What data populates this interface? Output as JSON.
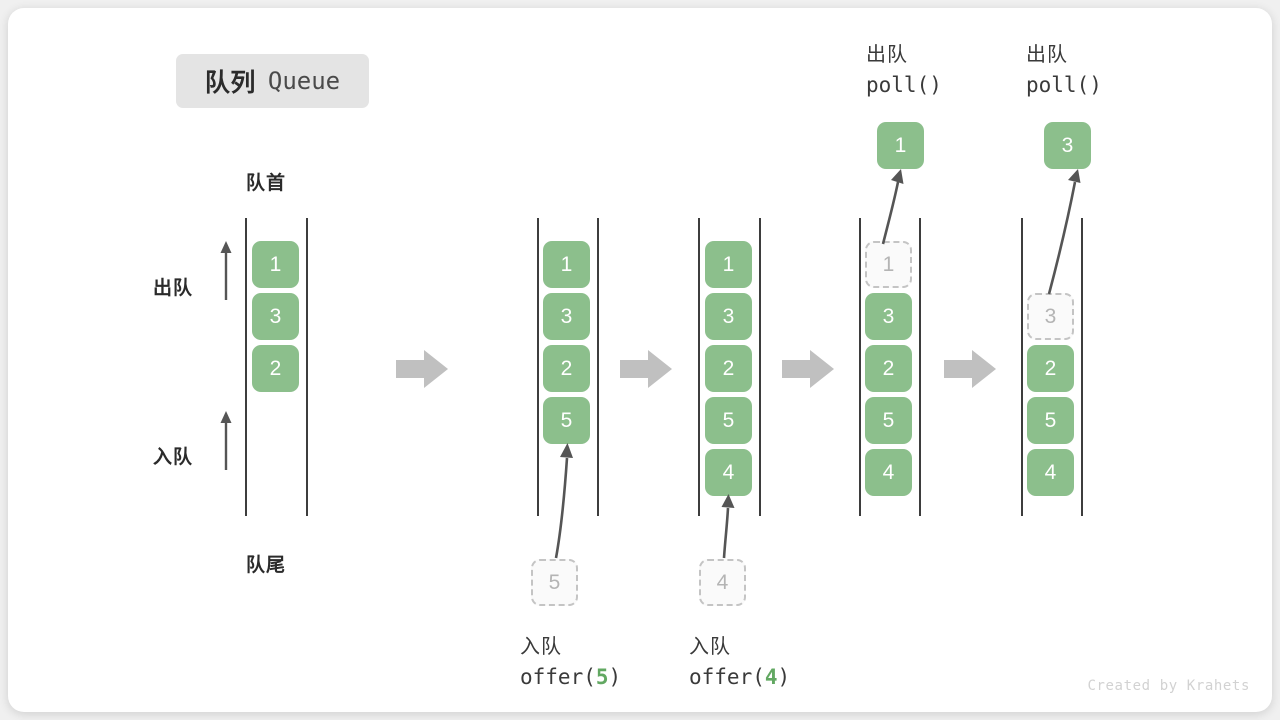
{
  "title": {
    "cn": "队列",
    "en": "Queue"
  },
  "labels": {
    "head": "队首",
    "tail": "队尾",
    "dequeue_side": "出队",
    "enqueue_side": "入队"
  },
  "colors": {
    "element_fill": "#8cbf8c",
    "element_text": "#ffffff",
    "ghost_fill": "#fafafa",
    "ghost_border": "#c4c4c4",
    "ghost_text": "#b4b4b4",
    "rail": "#3d3d3d",
    "step_arrow": "#c0c0c0",
    "accent_number": "#62a862",
    "badge_bg": "#e4e4e4"
  },
  "columns": [
    {
      "id": "initial",
      "slots": [
        {
          "value": "1",
          "state": "filled"
        },
        {
          "value": "3",
          "state": "filled"
        },
        {
          "value": "2",
          "state": "filled"
        }
      ]
    },
    {
      "id": "after-offer-5",
      "slots": [
        {
          "value": "1",
          "state": "filled"
        },
        {
          "value": "3",
          "state": "filled"
        },
        {
          "value": "2",
          "state": "filled"
        },
        {
          "value": "5",
          "state": "filled"
        }
      ],
      "incoming": {
        "value": "5",
        "state": "ghost"
      },
      "operation": {
        "cn": "入队",
        "code_prefix": "offer(",
        "code_arg": "5",
        "code_suffix": ")"
      }
    },
    {
      "id": "after-offer-4",
      "slots": [
        {
          "value": "1",
          "state": "filled"
        },
        {
          "value": "3",
          "state": "filled"
        },
        {
          "value": "2",
          "state": "filled"
        },
        {
          "value": "5",
          "state": "filled"
        },
        {
          "value": "4",
          "state": "filled"
        }
      ],
      "incoming": {
        "value": "4",
        "state": "ghost"
      },
      "operation": {
        "cn": "入队",
        "code_prefix": "offer(",
        "code_arg": "4",
        "code_suffix": ")"
      }
    },
    {
      "id": "after-poll-1",
      "slots": [
        {
          "value": "1",
          "state": "ghost"
        },
        {
          "value": "3",
          "state": "filled"
        },
        {
          "value": "2",
          "state": "filled"
        },
        {
          "value": "5",
          "state": "filled"
        },
        {
          "value": "4",
          "state": "filled"
        }
      ],
      "outgoing": {
        "value": "1",
        "state": "filled"
      },
      "operation": {
        "cn": "出队",
        "code_prefix": "poll(",
        "code_arg": "",
        "code_suffix": ")"
      }
    },
    {
      "id": "after-poll-3",
      "slots": [
        {
          "value": "",
          "state": "empty"
        },
        {
          "value": "3",
          "state": "ghost"
        },
        {
          "value": "2",
          "state": "filled"
        },
        {
          "value": "5",
          "state": "filled"
        },
        {
          "value": "4",
          "state": "filled"
        }
      ],
      "outgoing": {
        "value": "3",
        "state": "filled"
      },
      "operation": {
        "cn": "出队",
        "code_prefix": "poll(",
        "code_arg": "",
        "code_suffix": ")"
      }
    }
  ],
  "credit": "Created by Krahets"
}
